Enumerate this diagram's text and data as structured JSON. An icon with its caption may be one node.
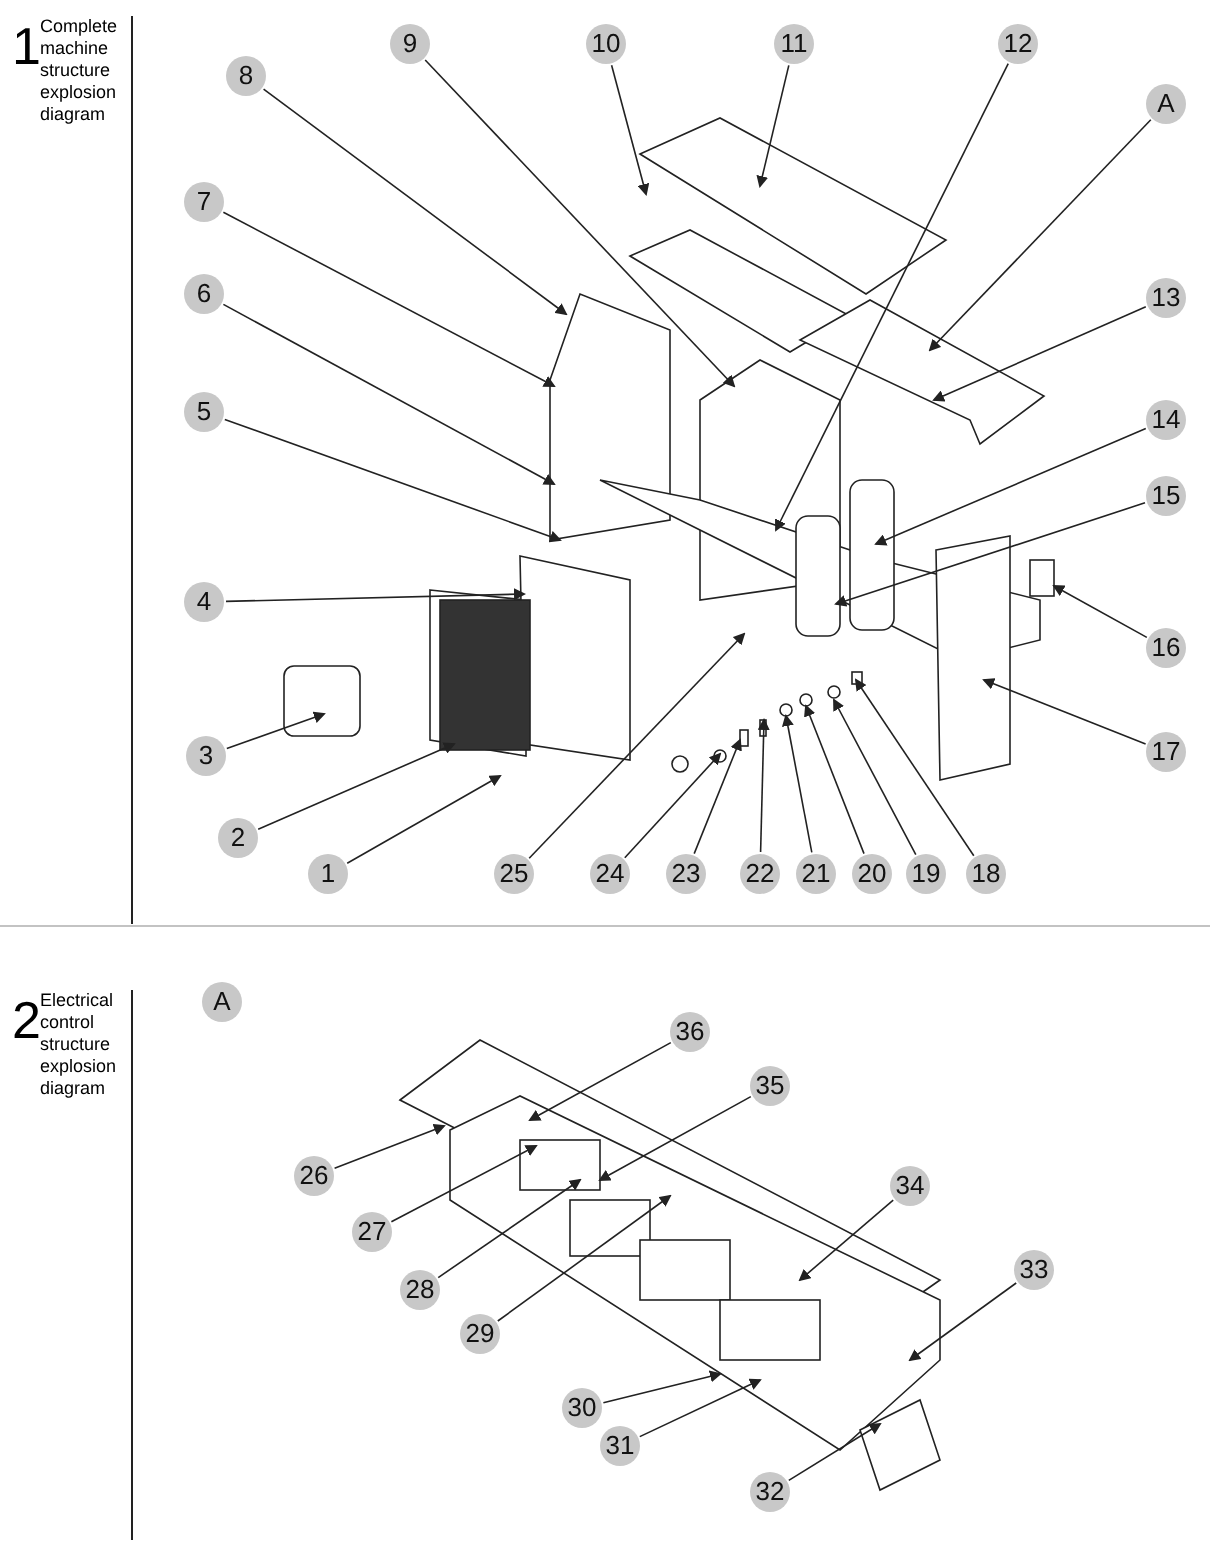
{
  "diagram": {
    "nodes": [
      {
        "text": [
          "1"
        ]
      },
      {
        "text": [
          "2"
        ]
      },
      {
        "text": [
          "3"
        ]
      },
      {
        "text": [
          "4"
        ]
      },
      {
        "text": [
          "5"
        ]
      },
      {
        "text": [
          "6"
        ]
      },
      {
        "text": [
          "7"
        ]
      },
      {
        "text": [
          "8"
        ]
      },
      {
        "text": [
          "9"
        ]
      },
      {
        "text": [
          "10"
        ]
      },
      {
        "text": [
          "11"
        ]
      },
      {
        "text": [
          "12"
        ]
      },
      {
        "text": [
          "A"
        ]
      },
      {
        "text": [
          "13"
        ]
      },
      {
        "text": [
          "14"
        ]
      },
      {
        "text": [
          "15"
        ]
      },
      {
        "text": [
          "16"
        ]
      },
      {
        "text": [
          "17"
        ]
      },
      {
        "text": [
          "18"
        ]
      },
      {
        "text": [
          "19"
        ]
      },
      {
        "text": [
          "20"
        ]
      },
      {
        "text": [
          "21"
        ]
      },
      {
        "text": [
          "22"
        ]
      },
      {
        "text": [
          "23"
        ]
      },
      {
        "text": [
          "24"
        ]
      },
      {
        "text": [
          "25"
        ]
      },
      {
        "text": [
          "26"
        ]
      },
      {
        "text": [
          "27"
        ]
      },
      {
        "text": [
          "28"
        ]
      },
      {
        "text": [
          "29"
        ]
      },
      {
        "text": [
          "30"
        ]
      },
      {
        "text": [
          "31"
        ]
      },
      {
        "text": [
          "32"
        ]
      },
      {
        "text": [
          "33"
        ]
      },
      {
        "text": [
          "34"
        ]
      },
      {
        "text": [
          "35"
        ]
      },
      {
        "text": [
          "36"
        ]
      },
      {
        "text": [
          "A"
        ]
      }
    ],
    "edges": [
      {
        "from": 0,
        "to": null,
        "arrow": "to"
      },
      {
        "from": 1,
        "to": null,
        "arrow": "to"
      },
      {
        "from": 2,
        "to": null,
        "arrow": "to"
      },
      {
        "from": 3,
        "to": null,
        "arrow": "to"
      },
      {
        "from": 4,
        "to": null,
        "arrow": "to"
      },
      {
        "from": 5,
        "to": null,
        "arrow": "to"
      },
      {
        "from": 6,
        "to": null,
        "arrow": "to"
      },
      {
        "from": 7,
        "to": null,
        "arrow": "to"
      },
      {
        "from": 8,
        "to": null,
        "arrow": "to"
      },
      {
        "from": 9,
        "to": null,
        "arrow": "to"
      },
      {
        "from": 10,
        "to": null,
        "arrow": "to"
      },
      {
        "from": 11,
        "to": null,
        "arrow": "to"
      },
      {
        "from": 12,
        "to": null,
        "arrow": "to"
      },
      {
        "from": 13,
        "to": null,
        "arrow": "to"
      },
      {
        "from": 14,
        "to": null,
        "arrow": "to"
      },
      {
        "from": 15,
        "to": null,
        "arrow": "to"
      },
      {
        "from": 16,
        "to": null,
        "arrow": "to"
      },
      {
        "from": 17,
        "to": null,
        "arrow": "to"
      },
      {
        "from": 18,
        "to": null,
        "arrow": "to"
      },
      {
        "from": 19,
        "to": null,
        "arrow": "to"
      },
      {
        "from": 20,
        "to": null,
        "arrow": "to"
      },
      {
        "from": 21,
        "to": null,
        "arrow": "to"
      },
      {
        "from": 22,
        "to": null,
        "arrow": "to"
      },
      {
        "from": 23,
        "to": null,
        "arrow": "to"
      },
      {
        "from": 24,
        "to": null,
        "arrow": "to"
      },
      {
        "from": 25,
        "to": null,
        "arrow": "to"
      },
      {
        "from": 26,
        "to": null,
        "arrow": "to"
      },
      {
        "from": 27,
        "to": null,
        "arrow": "to"
      },
      {
        "from": 28,
        "to": null,
        "arrow": "to"
      },
      {
        "from": 29,
        "to": null,
        "arrow": "to"
      },
      {
        "from": 30,
        "to": null,
        "arrow": "to"
      },
      {
        "from": 31,
        "to": null,
        "arrow": "to"
      },
      {
        "from": 32,
        "to": null,
        "arrow": "to"
      },
      {
        "from": 33,
        "to": null,
        "arrow": "to"
      },
      {
        "from": 34,
        "to": null,
        "arrow": "to"
      },
      {
        "from": 35,
        "to": null,
        "arrow": "to"
      },
      {
        "from": 36,
        "to": null,
        "arrow": "to"
      }
    ],
    "labels": [
      "1",
      "Complete machine structure explosion diagram",
      "2",
      "Electrical control structure explosion diagram"
    ]
  }
}
